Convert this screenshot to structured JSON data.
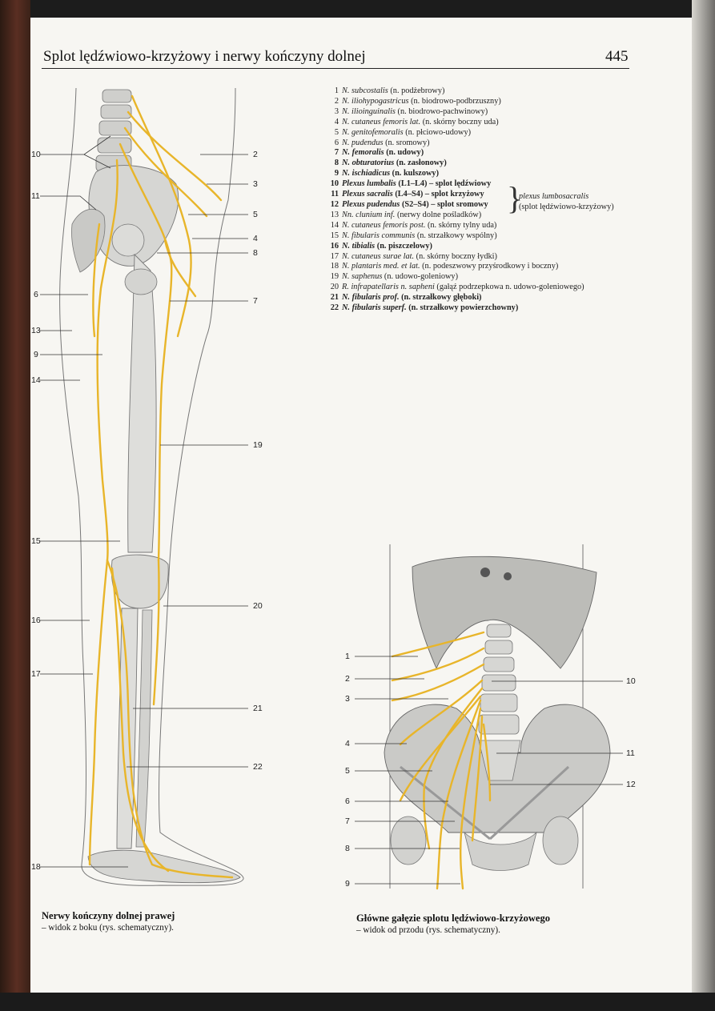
{
  "header": {
    "title": "Splot lędźwiowo-krzyżowy i nerwy kończyny dolnej",
    "page_number": "445"
  },
  "legend": [
    {
      "num": "1",
      "lat": "N. subcostalis",
      "pl": "(n. podżebrowy)",
      "bold": false
    },
    {
      "num": "2",
      "lat": "N. iliohypogastricus",
      "pl": "(n. biodrowo-podbrzuszny)",
      "bold": false
    },
    {
      "num": "3",
      "lat": "N. ilioinguinalis",
      "pl": "(n. biodrowo-pachwinowy)",
      "bold": false
    },
    {
      "num": "4",
      "lat": "N. cutaneus femoris lat.",
      "pl": "(n. skórny boczny uda)",
      "bold": false
    },
    {
      "num": "5",
      "lat": "N. genitofemoralis",
      "pl": "(n. płciowo-udowy)",
      "bold": false
    },
    {
      "num": "6",
      "lat": "N. pudendus",
      "pl": "(n. sromowy)",
      "bold": false
    },
    {
      "num": "7",
      "lat": "N. femoralis",
      "pl": "(n. udowy)",
      "bold": true
    },
    {
      "num": "8",
      "lat": "N. obturatorius",
      "pl": "(n. zasłonowy)",
      "bold": true
    },
    {
      "num": "9",
      "lat": "N. ischiadicus",
      "pl": "(n. kulszowy)",
      "bold": true
    },
    {
      "num": "10",
      "lat": "Plexus lumbalis",
      "pl": "(L1–L4) – splot lędźwiowy",
      "bold": true
    },
    {
      "num": "11",
      "lat": "Plexus sacralis",
      "pl": "(L4–S4) – splot krzyżowy",
      "bold": true
    },
    {
      "num": "12",
      "lat": "Plexus pudendus",
      "pl": "(S2–S4) – splot sromowy",
      "bold": true
    },
    {
      "num": "13",
      "lat": "Nn. clunium inf.",
      "pl": "(nerwy dolne pośladków)",
      "bold": false
    },
    {
      "num": "14",
      "lat": "N. cutaneus femoris post.",
      "pl": "(n. skórny tylny uda)",
      "bold": false
    },
    {
      "num": "15",
      "lat": "N. fibularis communis",
      "pl": "(n. strzałkowy wspólny)",
      "bold": false
    },
    {
      "num": "16",
      "lat": "N. tibialis",
      "pl": "(n. piszczelowy)",
      "bold": true
    },
    {
      "num": "17",
      "lat": "N. cutaneus surae lat.",
      "pl": "(n. skórny boczny łydki)",
      "bold": false
    },
    {
      "num": "18",
      "lat": "N. plantaris med. et lat.",
      "pl": "(n. podeszwowy przyśrodkowy i boczny)",
      "bold": false
    },
    {
      "num": "19",
      "lat": "N. saphenus",
      "pl": "(n. udowo-goleniowy)",
      "bold": false
    },
    {
      "num": "20",
      "lat": "R. infrapatellaris n. sapheni",
      "pl": "(gałąź podrzepkowa n. udowo-goleniowego)",
      "bold": false
    },
    {
      "num": "21",
      "lat": "N. fibularis prof.",
      "pl": "(n. strzałkowy głęboki)",
      "bold": true
    },
    {
      "num": "22",
      "lat": "N. fibularis superf.",
      "pl": "(n. strzałkowy powierzchowny)",
      "bold": true
    }
  ],
  "brace_note": {
    "lat": "plexus lumbosacralis",
    "pl": "(splot lędźwiowo-krzyżowy)"
  },
  "figure_left": {
    "caption_title": "Nerwy kończyny dolnej prawej",
    "caption_sub": "– widok z boku (rys. schematyczny).",
    "callouts": [
      "10",
      "11",
      "6",
      "13",
      "9",
      "14",
      "15",
      "16",
      "17",
      "18",
      "2",
      "3",
      "5",
      "4",
      "8",
      "7",
      "19",
      "20",
      "21",
      "22"
    ]
  },
  "figure_right": {
    "caption_title": "Główne gałęzie splotu lędźwiowo-krzyżowego",
    "caption_sub": "– widok od przodu (rys. schematyczny).",
    "callouts": [
      "1",
      "2",
      "3",
      "4",
      "5",
      "6",
      "7",
      "8",
      "9",
      "10",
      "11",
      "12"
    ]
  },
  "colors": {
    "nerve": "#e8b52a",
    "bone": "#d9d9d6",
    "bone_shade": "#8e8e8b",
    "line": "#333333"
  }
}
